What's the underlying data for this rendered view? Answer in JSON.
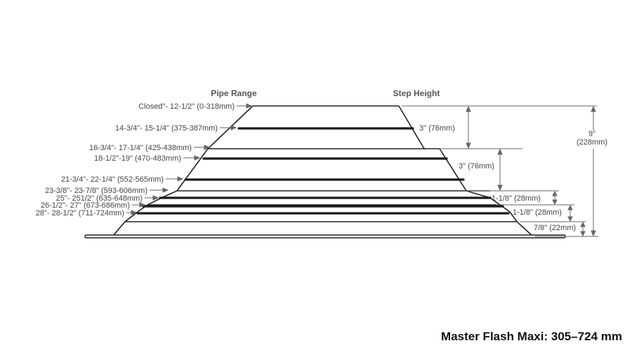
{
  "headers": {
    "pipe_range": "Pipe Range",
    "step_height": "Step Height"
  },
  "pipe_ranges": [
    "Closed\"- 12-1/2\" (0-318mm)",
    "14-3/4\"- 15-1/4\" (375-387mm)",
    "16-3/4\"- 17-1/4\" (425-438mm)",
    "18-1/2\"-19\" (470-483mm)",
    "21-3/4\"- 22-1/4\" (552-565mm)",
    "23-3/8\"- 23-7/8\" (593-606mm)",
    "25\"- 251/2\" (635-648mm)",
    "26-1/2\"- 27\" (673-686mm)",
    "28\"- 28-1/2\" (711-724mm)"
  ],
  "step_heights": [
    "3\" (76mm)",
    "3\" (76mm)",
    "1-1/8\" (28mm)",
    "1-1/8\" (28mm)",
    "7/8\" (22mm)"
  ],
  "total_height": {
    "line1": "9\"",
    "line2": "(228mm)"
  },
  "caption": "Master Flash Maxi: 305–724 mm",
  "colors": {
    "line": "#222222",
    "arrow": "#666666",
    "text": "#444444"
  }
}
